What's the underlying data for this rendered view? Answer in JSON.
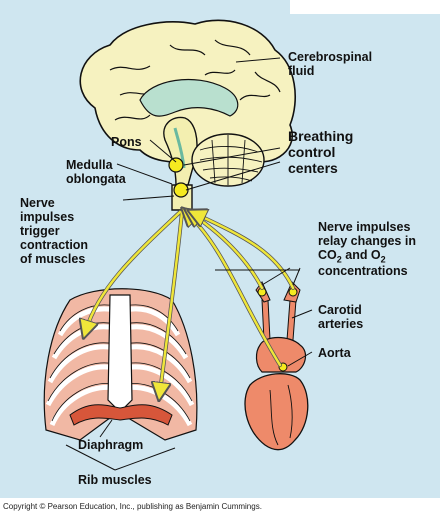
{
  "labels": {
    "csf_1": "Cerebrospinal",
    "csf_2": "fluid",
    "breathing_1": "Breathing",
    "breathing_2": "control",
    "breathing_3": "centers",
    "pons": "Pons",
    "medulla_1": "Medulla",
    "medulla_2": "oblongata",
    "nerve_1": "Nerve",
    "nerve_2": "impulses",
    "nerve_3": "trigger",
    "nerve_4": "contraction",
    "nerve_5": "of muscles",
    "relay_1": "Nerve impulses",
    "relay_2": "relay changes in",
    "relay_3_a": "CO",
    "relay_3_sub1": "2",
    "relay_3_b": " and O",
    "relay_3_sub2": "2",
    "relay_4": "concentrations",
    "carotid_1": "Carotid",
    "carotid_2": "arteries",
    "aorta": "Aorta",
    "diaphragm": "Diaphragm",
    "rib_muscles": "Rib muscles"
  },
  "copyright": "Copyright © Pearson Education, Inc., publishing as Benjamin Cummings.",
  "colors": {
    "background": "#cfe6f0",
    "brain": "#f6f2c0",
    "brainstem": "#f3efb0",
    "csf": "#b9e0cf",
    "nerve": "#efe63a",
    "artery": "#ee8a6a",
    "rib_muscle": "#e89a80",
    "bone": "#ffffff"
  }
}
